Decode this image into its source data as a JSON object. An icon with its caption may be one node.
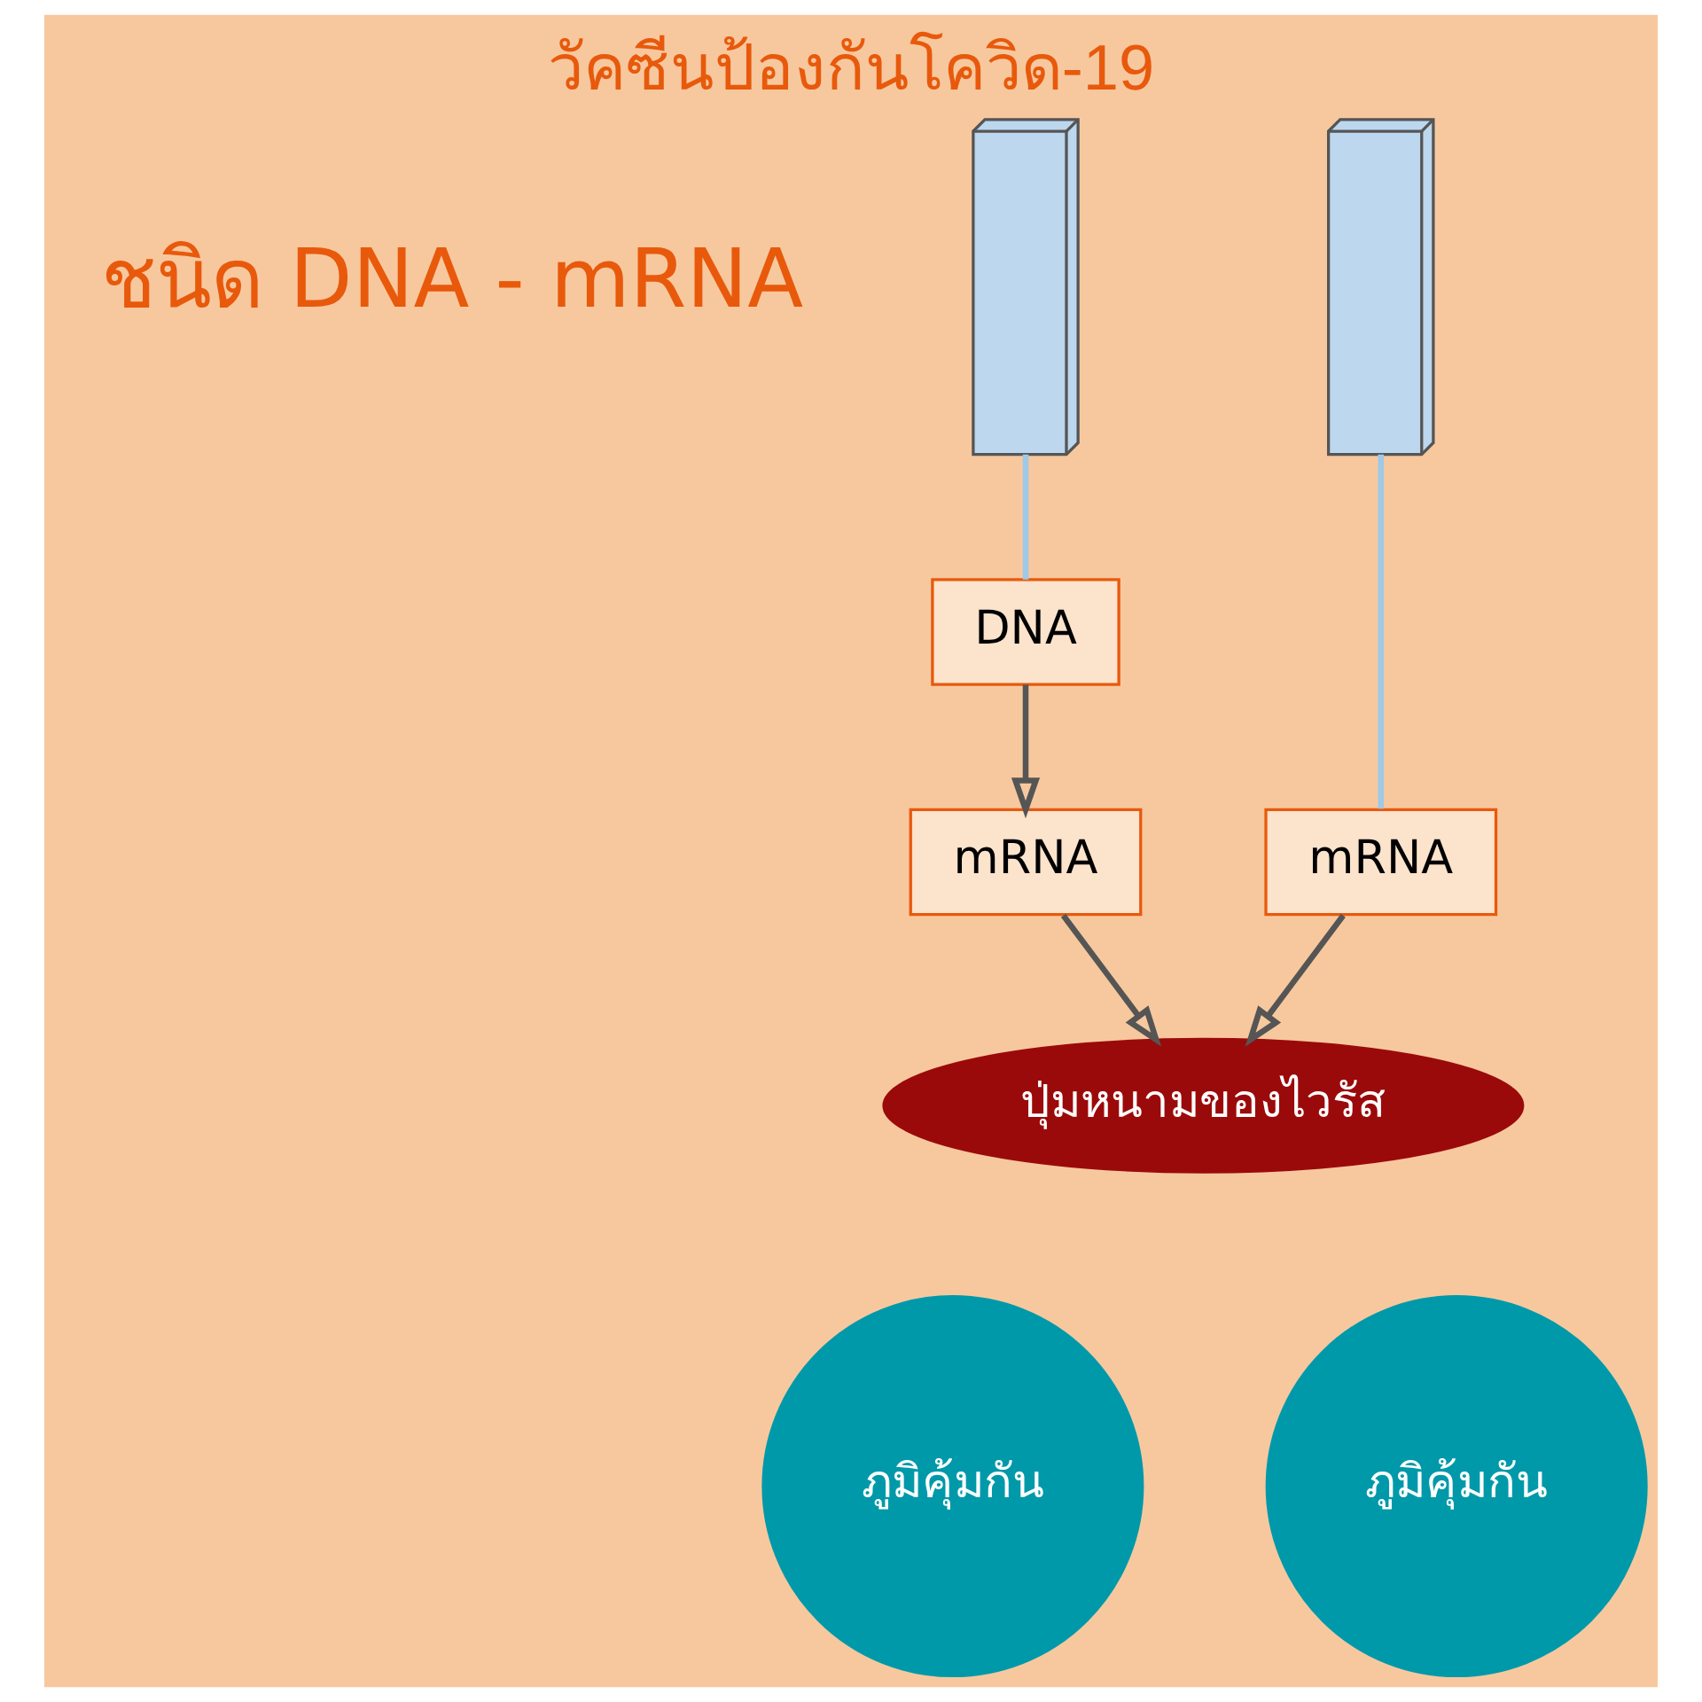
{
  "diagram": {
    "title": "วัคซีนป้องกันโควิด-19",
    "nodes": [
      {
        "text": [],
        "shape": "picture"
      },
      {
        "text": [
          "DNA"
        ]
      },
      {
        "text": [
          "mRNA"
        ]
      },
      {
        "text": [],
        "shape": "picture"
      },
      {
        "text": [
          "mRNA"
        ]
      },
      {
        "text": [
          "ปุ่มหนามของไวรัส"
        ]
      },
      {
        "text": [
          "ภูมิคุ้มกัน"
        ]
      },
      {
        "text": [
          "ภูมิคุ้มกัน"
        ]
      }
    ],
    "edges": [
      {
        "from": 0,
        "to": 1,
        "arrow": "none",
        "color": "#9ec9e8"
      },
      {
        "from": 1,
        "to": 2,
        "arrow": "to"
      },
      {
        "from": 3,
        "to": 4,
        "arrow": "none",
        "color": "#9ec9e8"
      },
      {
        "from": 2,
        "to": 5,
        "arrow": "to"
      },
      {
        "from": 4,
        "to": 5,
        "arrow": "to"
      }
    ],
    "labels": [
      "ชนิด DNA - mRNA"
    ]
  }
}
